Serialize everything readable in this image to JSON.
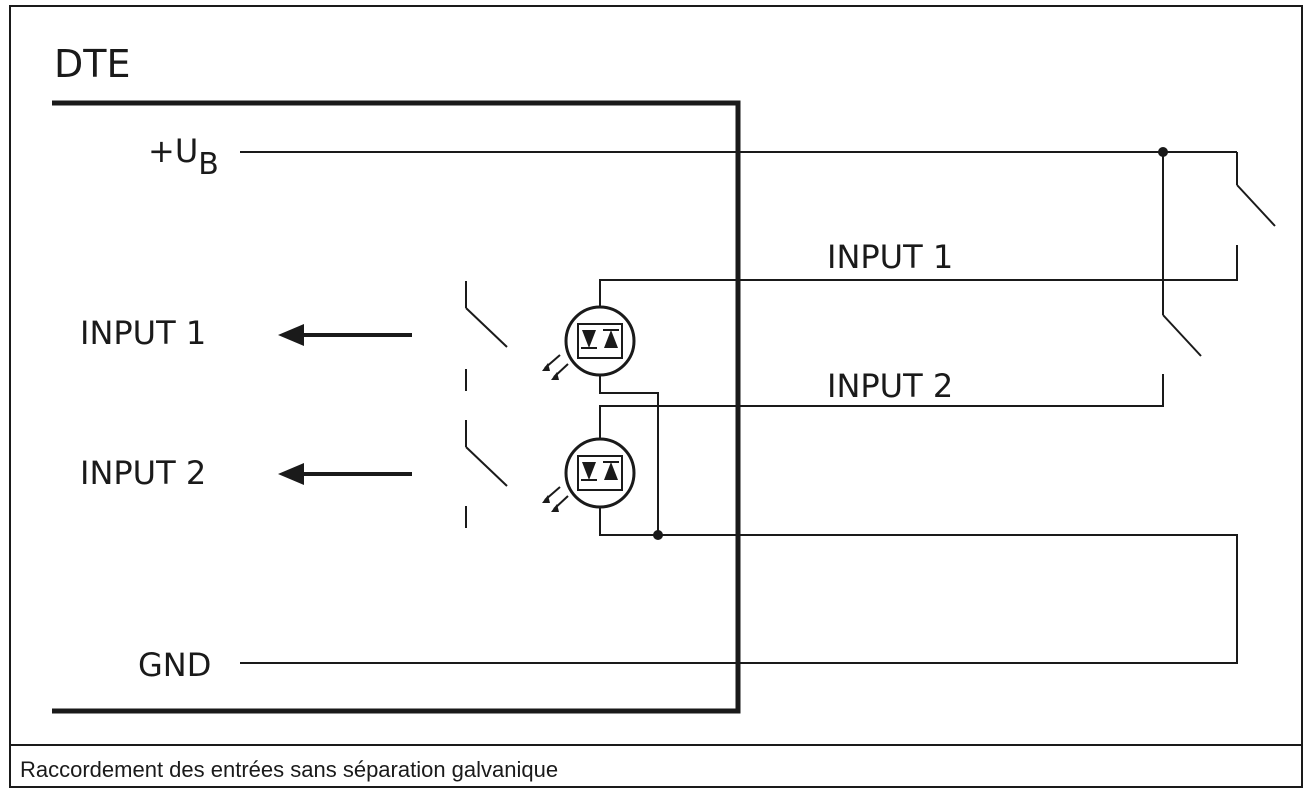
{
  "diagram": {
    "device_label": "DTE",
    "supply_label": "+U",
    "supply_subscript": "B",
    "ground_label": "GND",
    "inner_inputs": [
      "INPUT 1",
      "INPUT 2"
    ],
    "external_inputs": [
      "INPUT 1",
      "INPUT 2"
    ],
    "caption": "Raccordement des entrées sans séparation galvanique"
  }
}
